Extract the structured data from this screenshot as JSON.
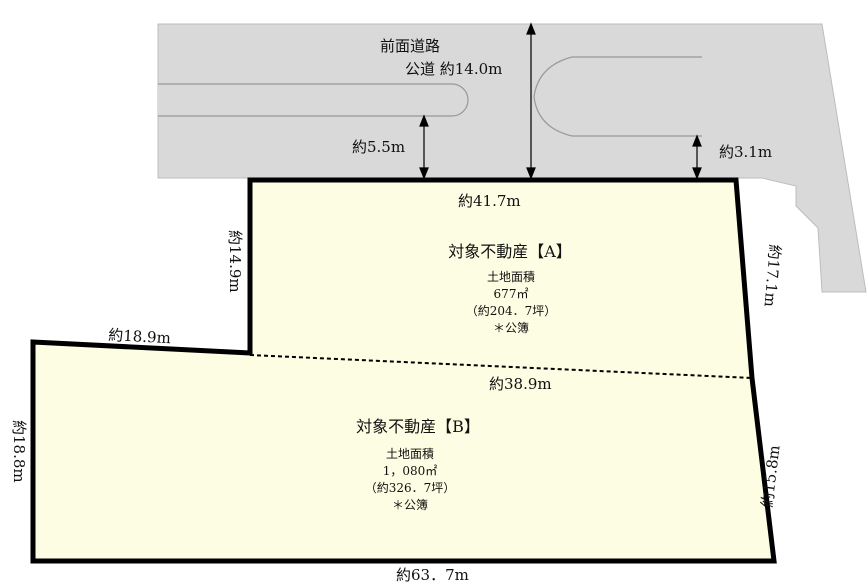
{
  "road": {
    "name": "前面道路",
    "type_width": "公道 約14.0m",
    "setback_left": "約5.5m",
    "setback_right": "約3.1m"
  },
  "dimensions": {
    "top_a": "約41.7m",
    "left_a": "約14.9m",
    "right_a": "約17.1m",
    "top_left_b": "約18.9m",
    "divider": "約38.9m",
    "left_b": "約18.8m",
    "right_b": "約15.8m",
    "bottom": "約63．7m"
  },
  "parcel_a": {
    "title": "対象不動産【A】",
    "area_label": "土地面積",
    "area_sqm": "677㎡",
    "area_tsubo": "（約204．7坪）",
    "note": "＊公簿"
  },
  "parcel_b": {
    "title": "対象不動産【B】",
    "area_label": "土地面積",
    "area_sqm": "1，080㎡",
    "area_tsubo": "（約326．7坪）",
    "note": "＊公簿"
  },
  "colors": {
    "parcel_fill": "#fdfde3",
    "road_fill": "#d9d9d9",
    "outline": "#000000"
  }
}
